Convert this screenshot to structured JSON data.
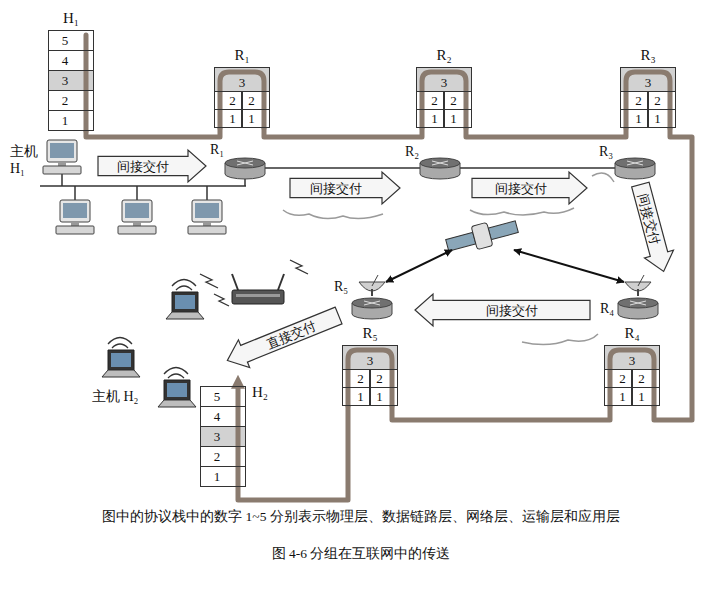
{
  "diagram": {
    "caption": "图 4-6 分组在互联网中的传送",
    "nodes": [
      {
        "text": [
          "H₁"
        ]
      },
      {
        "text": [
          "5"
        ],
        "in": 0
      },
      {
        "text": [
          "4"
        ],
        "in": 0
      },
      {
        "text": [
          "3"
        ],
        "in": 0
      },
      {
        "text": [
          "2"
        ],
        "in": 0
      },
      {
        "text": [
          "1"
        ],
        "in": 0
      },
      {
        "text": [
          "R₁"
        ]
      },
      {
        "text": [
          "3"
        ],
        "in": 6
      },
      {
        "text": [
          "2"
        ],
        "in": 6
      },
      {
        "text": [
          "2"
        ],
        "in": 6
      },
      {
        "text": [
          "1"
        ],
        "in": 6
      },
      {
        "text": [
          "1"
        ],
        "in": 6
      },
      {
        "text": [
          "R₂"
        ]
      },
      {
        "text": [
          "3"
        ],
        "in": 12
      },
      {
        "text": [
          "2"
        ],
        "in": 12
      },
      {
        "text": [
          "2"
        ],
        "in": 12
      },
      {
        "text": [
          "1"
        ],
        "in": 12
      },
      {
        "text": [
          "1"
        ],
        "in": 12
      },
      {
        "text": [
          "R₃"
        ]
      },
      {
        "text": [
          "3"
        ],
        "in": 18
      },
      {
        "text": [
          "2"
        ],
        "in": 18
      },
      {
        "text": [
          "2"
        ],
        "in": 18
      },
      {
        "text": [
          "1"
        ],
        "in": 18
      },
      {
        "text": [
          "1"
        ],
        "in": 18
      },
      {
        "text": [
          "间接交付"
        ]
      },
      {
        "text": [
          "间接交付"
        ]
      },
      {
        "text": [
          "间接交付"
        ]
      },
      {
        "text": [
          "间接交付"
        ]
      },
      {
        "text": [
          "间接交付"
        ]
      },
      {
        "text": [
          "直接交付"
        ]
      },
      {
        "text": [
          "R₅"
        ]
      },
      {
        "text": [
          "3"
        ],
        "in": 30
      },
      {
        "text": [
          "2"
        ],
        "in": 30
      },
      {
        "text": [
          "2"
        ],
        "in": 30
      },
      {
        "text": [
          "1"
        ],
        "in": 30
      },
      {
        "text": [
          "1"
        ],
        "in": 30
      },
      {
        "text": [
          "R₄"
        ]
      },
      {
        "text": [
          "3"
        ],
        "in": 36
      },
      {
        "text": [
          "2"
        ],
        "in": 36
      },
      {
        "text": [
          "2"
        ],
        "in": 36
      },
      {
        "text": [
          "1"
        ],
        "in": 36
      },
      {
        "text": [
          "1"
        ],
        "in": 36
      },
      {
        "text": [
          "H₂"
        ]
      },
      {
        "text": [
          "5"
        ],
        "in": 42
      },
      {
        "text": [
          "4"
        ],
        "in": 42
      },
      {
        "text": [
          "3"
        ],
        "in": 42
      },
      {
        "text": [
          "2"
        ],
        "in": 42
      },
      {
        "text": [
          "1"
        ],
        "in": 42
      }
    ],
    "edges": [
      {
        "from": 0,
        "to": 6,
        "arrow": "none"
      },
      {
        "from": 6,
        "to": 12,
        "arrow": "none"
      },
      {
        "from": 12,
        "to": 18,
        "arrow": "none"
      },
      {
        "from": 18,
        "to": 36,
        "arrow": "none"
      },
      {
        "from": 36,
        "to": 30,
        "arrow": "none"
      },
      {
        "from": 30,
        "to": 42,
        "arrow": "to"
      }
    ],
    "labels": [
      "主机 H₁",
      "R₁",
      "R₂",
      "R₃",
      "R₅",
      "R₄",
      "主机 H₂",
      "图中的协议栈中的数字 1~5 分别表示物理层、数据链路层、网络层、运输层和应用层"
    ]
  }
}
